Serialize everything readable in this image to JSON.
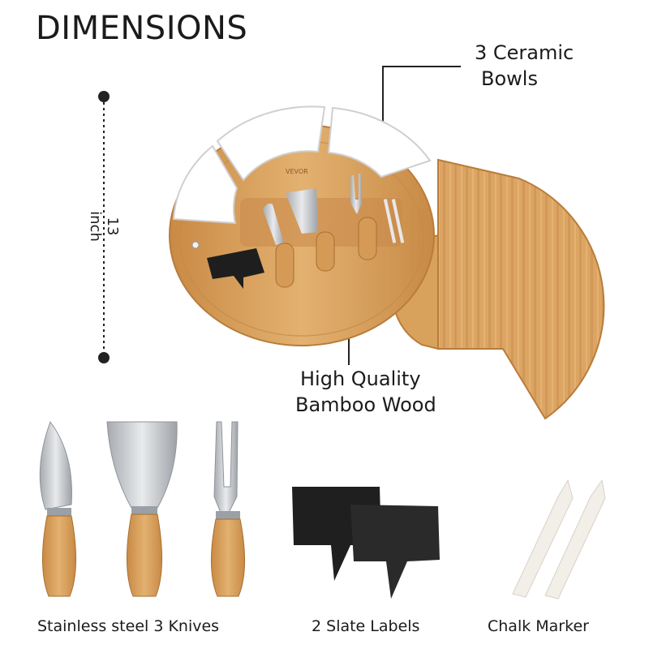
{
  "title": "DIMENSIONS",
  "callouts": {
    "bowls": [
      "3 Ceramic",
      "Bowls"
    ],
    "bamboo": [
      "High Quality",
      "Bamboo Wood"
    ]
  },
  "measurement": "13 inch",
  "board_brand": "VEVOR",
  "captions": {
    "knives": "Stainless steel 3 Knives",
    "slates": "2 Slate Labels",
    "chalk": "Chalk Marker"
  },
  "colors": {
    "bamboo": "#d9a25c",
    "bamboo_dark": "#b97c3a",
    "ceramic": "#ffffff",
    "slate": "#1e1e1e",
    "steel": "#c9ccd0",
    "chalk": "#f2eee8"
  }
}
